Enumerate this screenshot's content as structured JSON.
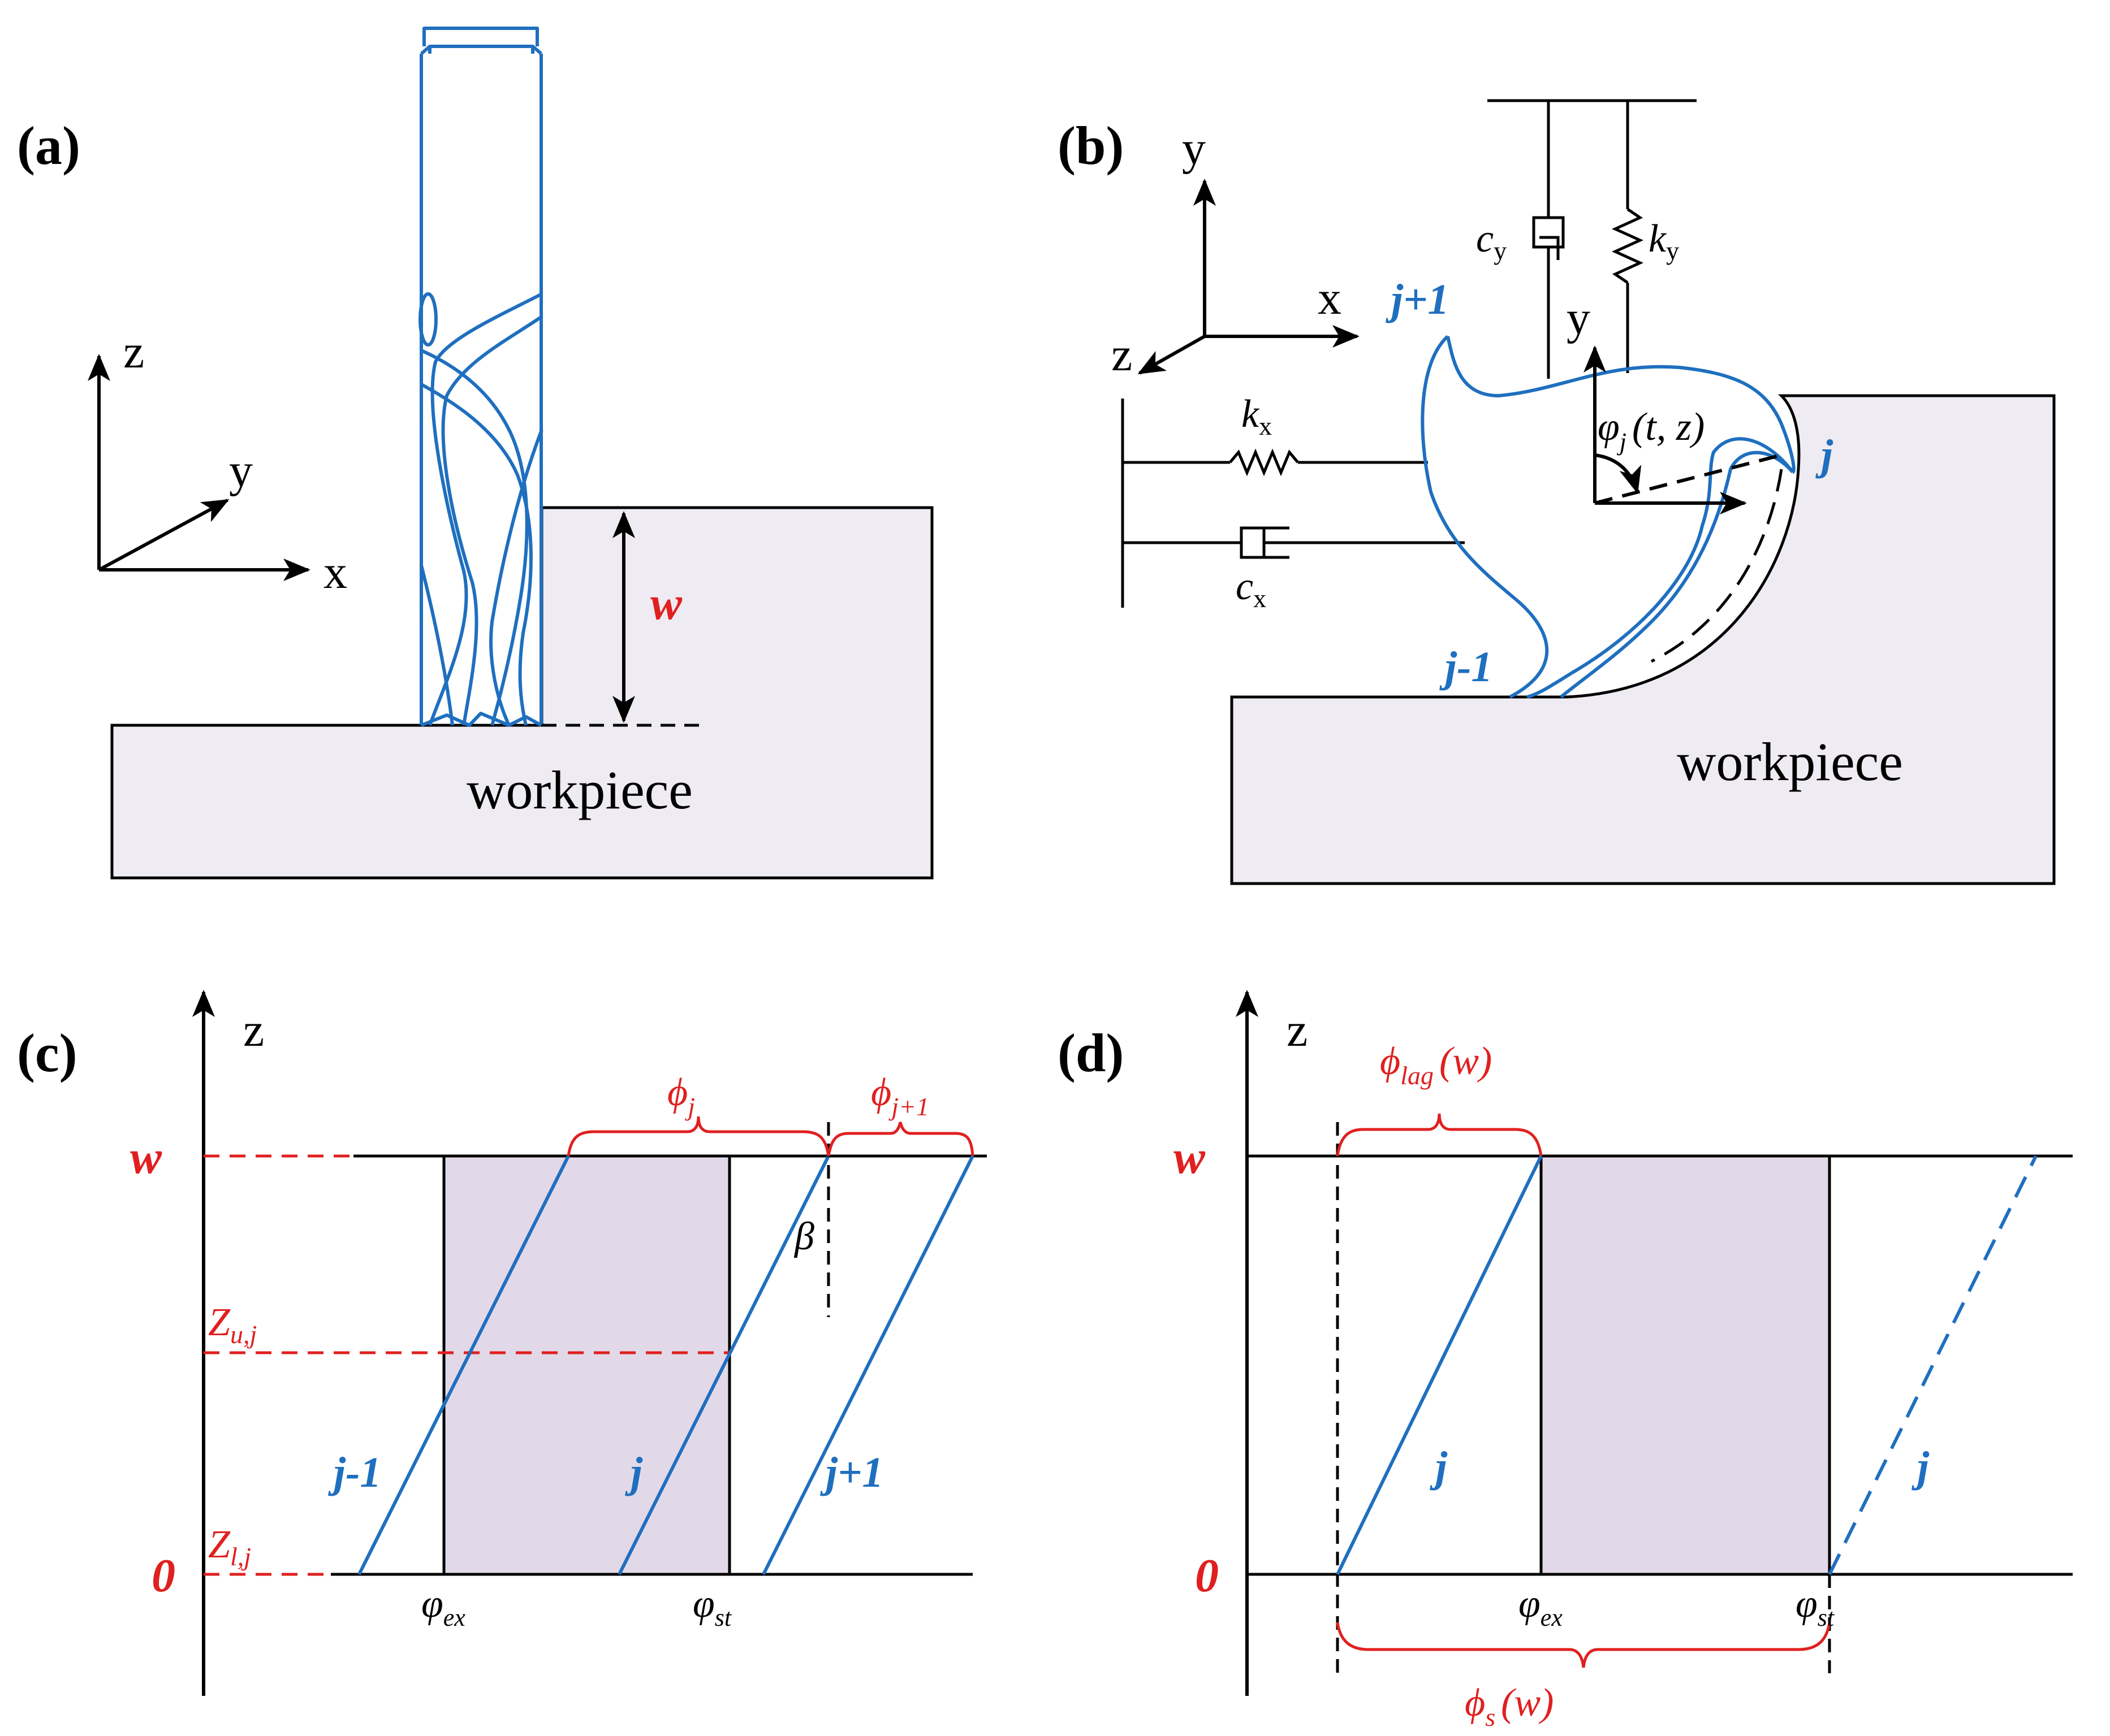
{
  "panels": {
    "a": {
      "label": "(a)",
      "axes": {
        "z": "z",
        "y": "y",
        "x": "x"
      },
      "depth_label": "w",
      "workpiece_label": "workpiece"
    },
    "b": {
      "label": "(b)",
      "axes": {
        "y": "y",
        "x": "x",
        "z": "z"
      },
      "tool_axis_y": "y",
      "c_y": {
        "sym": "c",
        "sub": "y"
      },
      "k_y": {
        "sym": "k",
        "sub": "y"
      },
      "k_x": {
        "sym": "k",
        "sub": "x"
      },
      "c_x": {
        "sym": "c",
        "sub": "x"
      },
      "angle_label": {
        "sym": "φ",
        "sub": "j",
        "args": "(t, z)"
      },
      "tooth_next": "j+1",
      "tooth_current": "j",
      "tooth_prev": "j-1",
      "workpiece_label": "workpiece"
    },
    "c": {
      "label": "(c)",
      "z_axis": "z",
      "w_label": "w",
      "zero_label": "0",
      "z_upper": {
        "sym": "Z",
        "sub": "u,j"
      },
      "z_lower": {
        "sym": "Z",
        "sub": "l,j"
      },
      "phi_j": {
        "sym": "ϕ",
        "sub": "j"
      },
      "phi_j1": {
        "sym": "ϕ",
        "sub": "j+1"
      },
      "beta": "β",
      "tooth_prev": "j-1",
      "tooth_current": "j",
      "tooth_next": "j+1",
      "phi_ex": {
        "sym": "φ",
        "sub": "ex"
      },
      "phi_st": {
        "sym": "φ",
        "sub": "st"
      }
    },
    "d": {
      "label": "(d)",
      "z_axis": "z",
      "w_label": "w",
      "zero_label": "0",
      "phi_lag": {
        "sym": "ϕ",
        "sub": "lag",
        "args": "(w)"
      },
      "phi_s": {
        "sym": "ϕ",
        "sub": "s",
        "args": "(w)"
      },
      "tooth_a": "j",
      "tooth_b": "j",
      "phi_ex": {
        "sym": "φ",
        "sub": "ex"
      },
      "phi_st": {
        "sym": "φ",
        "sub": "st"
      }
    }
  },
  "colors": {
    "tool_blue": "#1f6fbf",
    "annotation_red": "#e02020",
    "workpiece_fill": "#efebf2",
    "cut_region_fill": "#e2d9e8"
  }
}
